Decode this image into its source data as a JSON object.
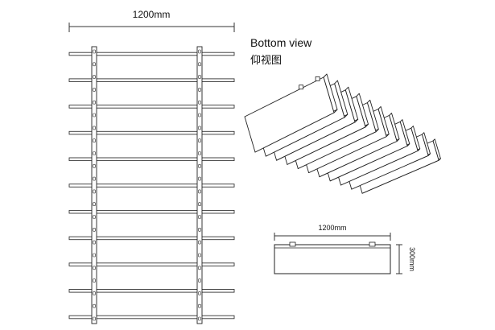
{
  "plan": {
    "width_label": "1200mm",
    "slat_count": 11,
    "carrier_count": 2
  },
  "bottom_view": {
    "title": "Bottom view",
    "subtitle_cn": "仰视图",
    "panel_count": 11
  },
  "detail": {
    "width_label": "1200mm",
    "height_label": "300mm",
    "clip_count": 2
  }
}
